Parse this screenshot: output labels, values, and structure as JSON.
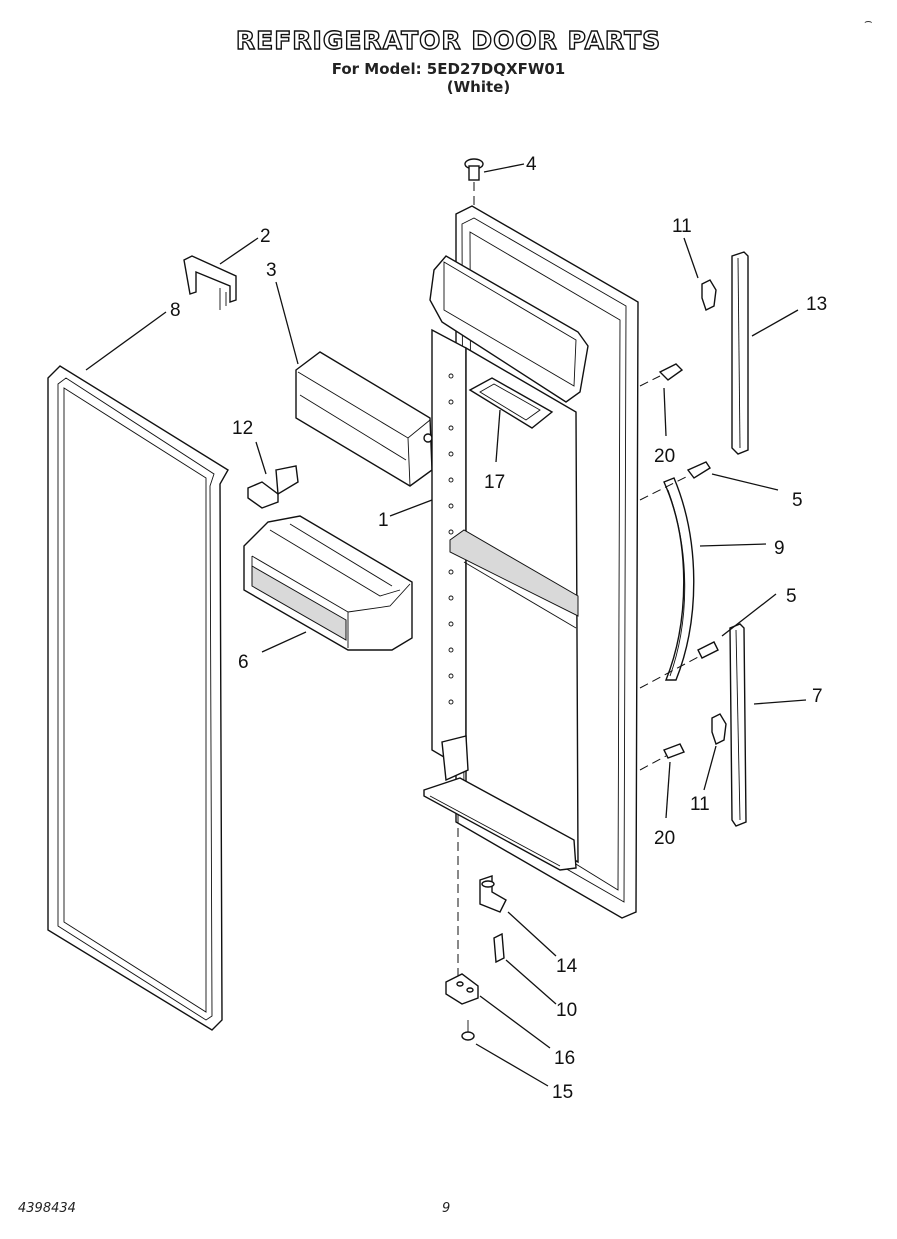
{
  "header": {
    "title": "REFRIGERATOR DOOR PARTS",
    "model_line": "For Model: 5ED27DQXFW01",
    "color_line": "(White)",
    "corner_mark": "⌢"
  },
  "footer": {
    "doc_number": "4398434",
    "page_number": "9"
  },
  "callouts": {
    "c1": "1",
    "c2": "2",
    "c3": "3",
    "c4": "4",
    "c5a": "5",
    "c5b": "5",
    "c6": "6",
    "c7": "7",
    "c8": "8",
    "c9": "9",
    "c10": "10",
    "c11a": "11",
    "c11b": "11",
    "c12": "12",
    "c13": "13",
    "c14": "14",
    "c15": "15",
    "c16": "16",
    "c17": "17",
    "c20a": "20",
    "c20b": "20"
  }
}
